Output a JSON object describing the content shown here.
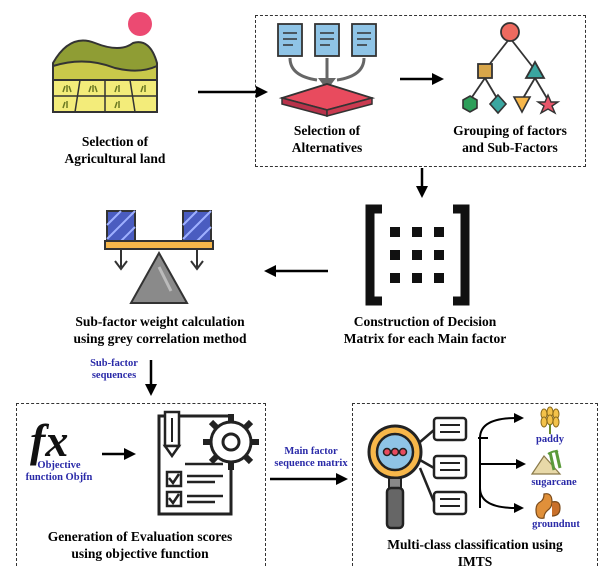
{
  "nodes": {
    "agri_land": [
      "Selection of",
      "Agricultural land"
    ],
    "alternatives": [
      "Selection of",
      "Alternatives"
    ],
    "grouping": [
      "Grouping of factors",
      "and Sub-Factors"
    ],
    "decision_matrix": [
      "Construction of Decision",
      "Matrix for each Main factor"
    ],
    "weight_calc": [
      "Sub-factor weight calculation",
      "using grey correlation method"
    ],
    "evaluation": [
      "Generation of Evaluation scores",
      "using objective function"
    ],
    "classification": [
      "Multi-class classification using",
      "IMTS"
    ]
  },
  "edge_labels": {
    "subfactor_seq": [
      "Sub-factor",
      "sequences"
    ],
    "main_factor_matrix": [
      "Main factor",
      "sequence matrix"
    ]
  },
  "objective": {
    "symbol": "fx",
    "caption": [
      "Objective",
      "function Objfn"
    ]
  },
  "crops": [
    "paddy",
    "sugarcane",
    "groundnut"
  ],
  "colors": {
    "label_blue": "#2a2aa8",
    "green_dark": "#7a8a2a",
    "field_yellow": "#f3ec7a",
    "sun_pink": "#ec4a72",
    "doc_blue": "#8fc4e6",
    "tray_red": "#e84b5e",
    "matrix_black": "#111111",
    "teal": "#3aa6a0",
    "orange": "#f7b74a"
  }
}
